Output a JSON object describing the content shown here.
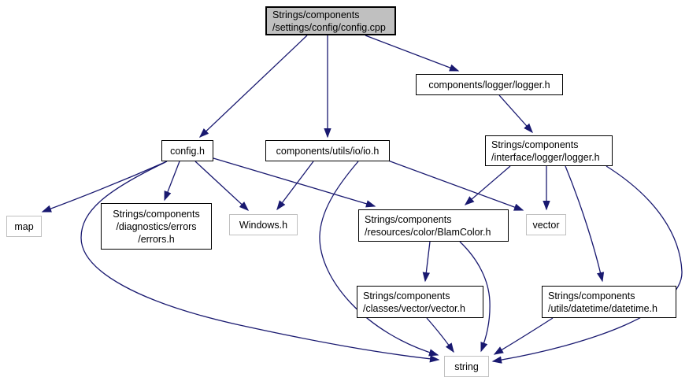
{
  "diagram": {
    "type": "include-dependency-graph",
    "root": "Strings/components/settings/config/config.cpp"
  },
  "colors": {
    "background": "#ffffff",
    "edge": "#191970",
    "node_border": "#000000",
    "external_node_border": "#c0c0c0",
    "root_node_fill": "#c0c0c0",
    "text": "#000000"
  },
  "nodes": {
    "config_cpp": {
      "lines": [
        "Strings/components",
        "/settings/config/config.cpp"
      ]
    },
    "logger_h": {
      "lines": [
        "components/logger/logger.h"
      ]
    },
    "config_h": {
      "lines": [
        "config.h"
      ]
    },
    "io_h": {
      "lines": [
        "components/utils/io/io.h"
      ]
    },
    "interface_logger_h": {
      "lines": [
        "Strings/components",
        "/interface/logger/logger.h"
      ]
    },
    "map": {
      "lines": [
        "map"
      ]
    },
    "errors_h": {
      "lines": [
        "Strings/components",
        "/diagnostics/errors",
        "/errors.h"
      ]
    },
    "windows_h": {
      "lines": [
        "Windows.h"
      ]
    },
    "blamcolor_h": {
      "lines": [
        "Strings/components",
        "/resources/color/BlamColor.h"
      ]
    },
    "vector": {
      "lines": [
        "vector"
      ]
    },
    "vector_h": {
      "lines": [
        "Strings/components",
        "/classes/vector/vector.h"
      ]
    },
    "datetime_h": {
      "lines": [
        "Strings/components",
        "/utils/datetime/datetime.h"
      ]
    },
    "string": {
      "lines": [
        "string"
      ]
    }
  },
  "edges": [
    {
      "from": "config_cpp",
      "to": "config_h"
    },
    {
      "from": "config_cpp",
      "to": "io_h"
    },
    {
      "from": "config_cpp",
      "to": "logger_h"
    },
    {
      "from": "logger_h",
      "to": "interface_logger_h"
    },
    {
      "from": "config_h",
      "to": "map"
    },
    {
      "from": "config_h",
      "to": "errors_h"
    },
    {
      "from": "config_h",
      "to": "windows_h"
    },
    {
      "from": "config_h",
      "to": "blamcolor_h"
    },
    {
      "from": "config_h",
      "to": "string"
    },
    {
      "from": "io_h",
      "to": "windows_h"
    },
    {
      "from": "io_h",
      "to": "vector"
    },
    {
      "from": "io_h",
      "to": "string"
    },
    {
      "from": "interface_logger_h",
      "to": "blamcolor_h"
    },
    {
      "from": "interface_logger_h",
      "to": "vector"
    },
    {
      "from": "interface_logger_h",
      "to": "datetime_h"
    },
    {
      "from": "interface_logger_h",
      "to": "string"
    },
    {
      "from": "blamcolor_h",
      "to": "vector_h"
    },
    {
      "from": "blamcolor_h",
      "to": "string"
    },
    {
      "from": "vector_h",
      "to": "string"
    },
    {
      "from": "datetime_h",
      "to": "string"
    }
  ]
}
